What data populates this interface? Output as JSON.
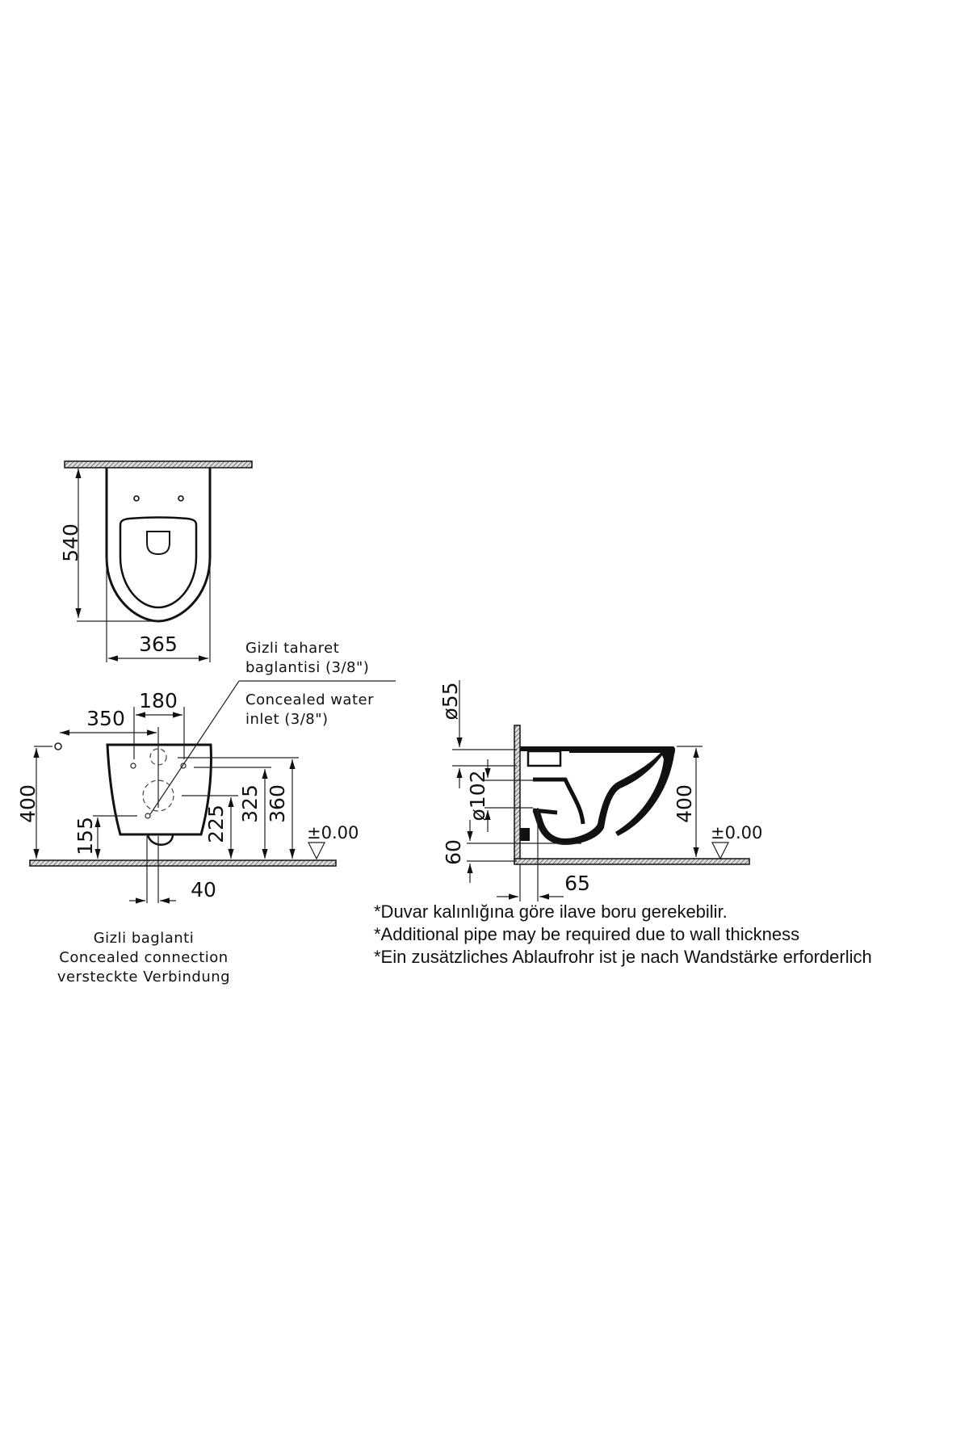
{
  "top_view": {
    "depth_dim": "540",
    "width_dim": "365"
  },
  "front_view": {
    "dims": {
      "d350": "350",
      "d180": "180",
      "d400": "400",
      "d155": "155",
      "d225": "225",
      "d325": "325",
      "d360": "360",
      "d40": "40",
      "level": "±0.00"
    },
    "callout_tr": [
      "Gizli taharet",
      "baglantisi (3/8\")"
    ],
    "callout_en": [
      "Concealed water",
      "inlet (3/8\")"
    ],
    "caption": [
      "Gizli baglanti",
      "Concealed connection",
      "versteckte Verbindung"
    ]
  },
  "side_view": {
    "dims": {
      "d55": "ø55",
      "d102": "ø102",
      "d60": "60",
      "d400": "400",
      "d65": "65",
      "level": "±0.00"
    }
  },
  "notes": [
    "*Duvar kalınlığına göre ilave boru gerekebilir.",
    "*Additional pipe may be required due to wall thickness",
    "*Ein zusätzliches Ablaufrohr ist je nach Wandstärke erforderlich"
  ],
  "colors": {
    "line": "#111111",
    "background": "#ffffff"
  }
}
